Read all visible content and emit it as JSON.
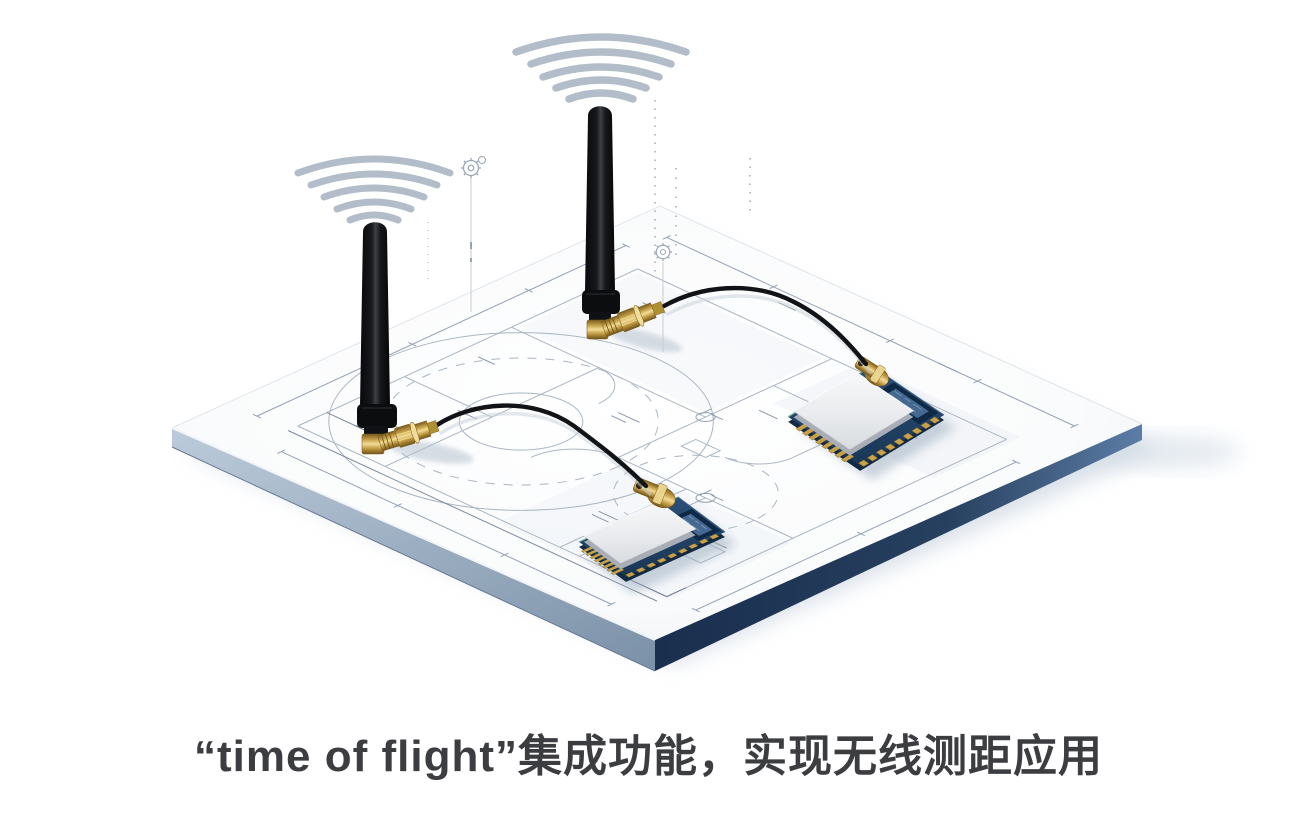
{
  "caption": {
    "text": "“time of flight”集成功能，实现无线测距应用"
  },
  "colors": {
    "background": "#ffffff",
    "caption_color": "#3c3d40",
    "wifi_arc": "#b2bdc9",
    "blueprint_line": "#aab6c4",
    "blueprint_line_dark": "#5f7087",
    "blueprint_line_mid": "#93a2b4",
    "pin_line": "#c6cdd6",
    "gear_color": "#9aa7b6",
    "pcb_navy": "#1e3a5c",
    "shield_silver": "#e9ebee",
    "gold_connector": "#c9a24a",
    "slab_edge_dark": "#1a2e4e",
    "slab_edge_light": "#8ba0b8",
    "antenna_black": "#121316"
  },
  "icons": {
    "wifi-signal-icon": "five stacked signal arcs",
    "gear-icon": "small gear outline glyph",
    "antenna": "black rubber-duck antenna",
    "sma-connector-icon": "gold right-angle SMA connector",
    "rf-module": "shielded RF PCB module",
    "coax-cable": "black coaxial cable",
    "blueprint-board": "floor-plan blueprint slab"
  }
}
